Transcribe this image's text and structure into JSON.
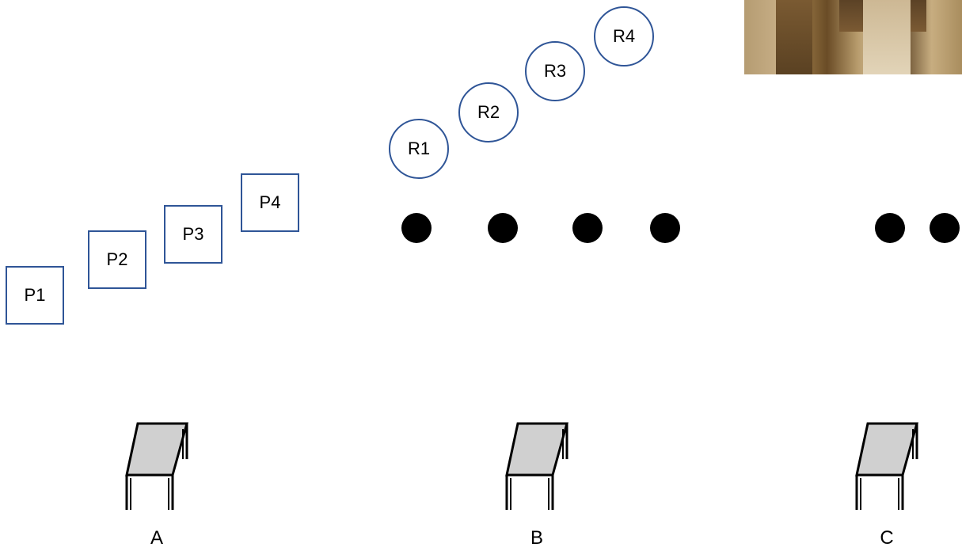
{
  "squares": [
    {
      "label": "P1"
    },
    {
      "label": "P2"
    },
    {
      "label": "P3"
    },
    {
      "label": "P4"
    }
  ],
  "circles": [
    {
      "label": "R1"
    },
    {
      "label": "R2"
    },
    {
      "label": "R3"
    },
    {
      "label": "R4"
    }
  ],
  "tables": [
    {
      "label": "A"
    },
    {
      "label": "B"
    },
    {
      "label": "C"
    }
  ],
  "colors": {
    "outline": "#2F5597",
    "dot": "#000000",
    "tabletop": "#D0D0D0"
  }
}
